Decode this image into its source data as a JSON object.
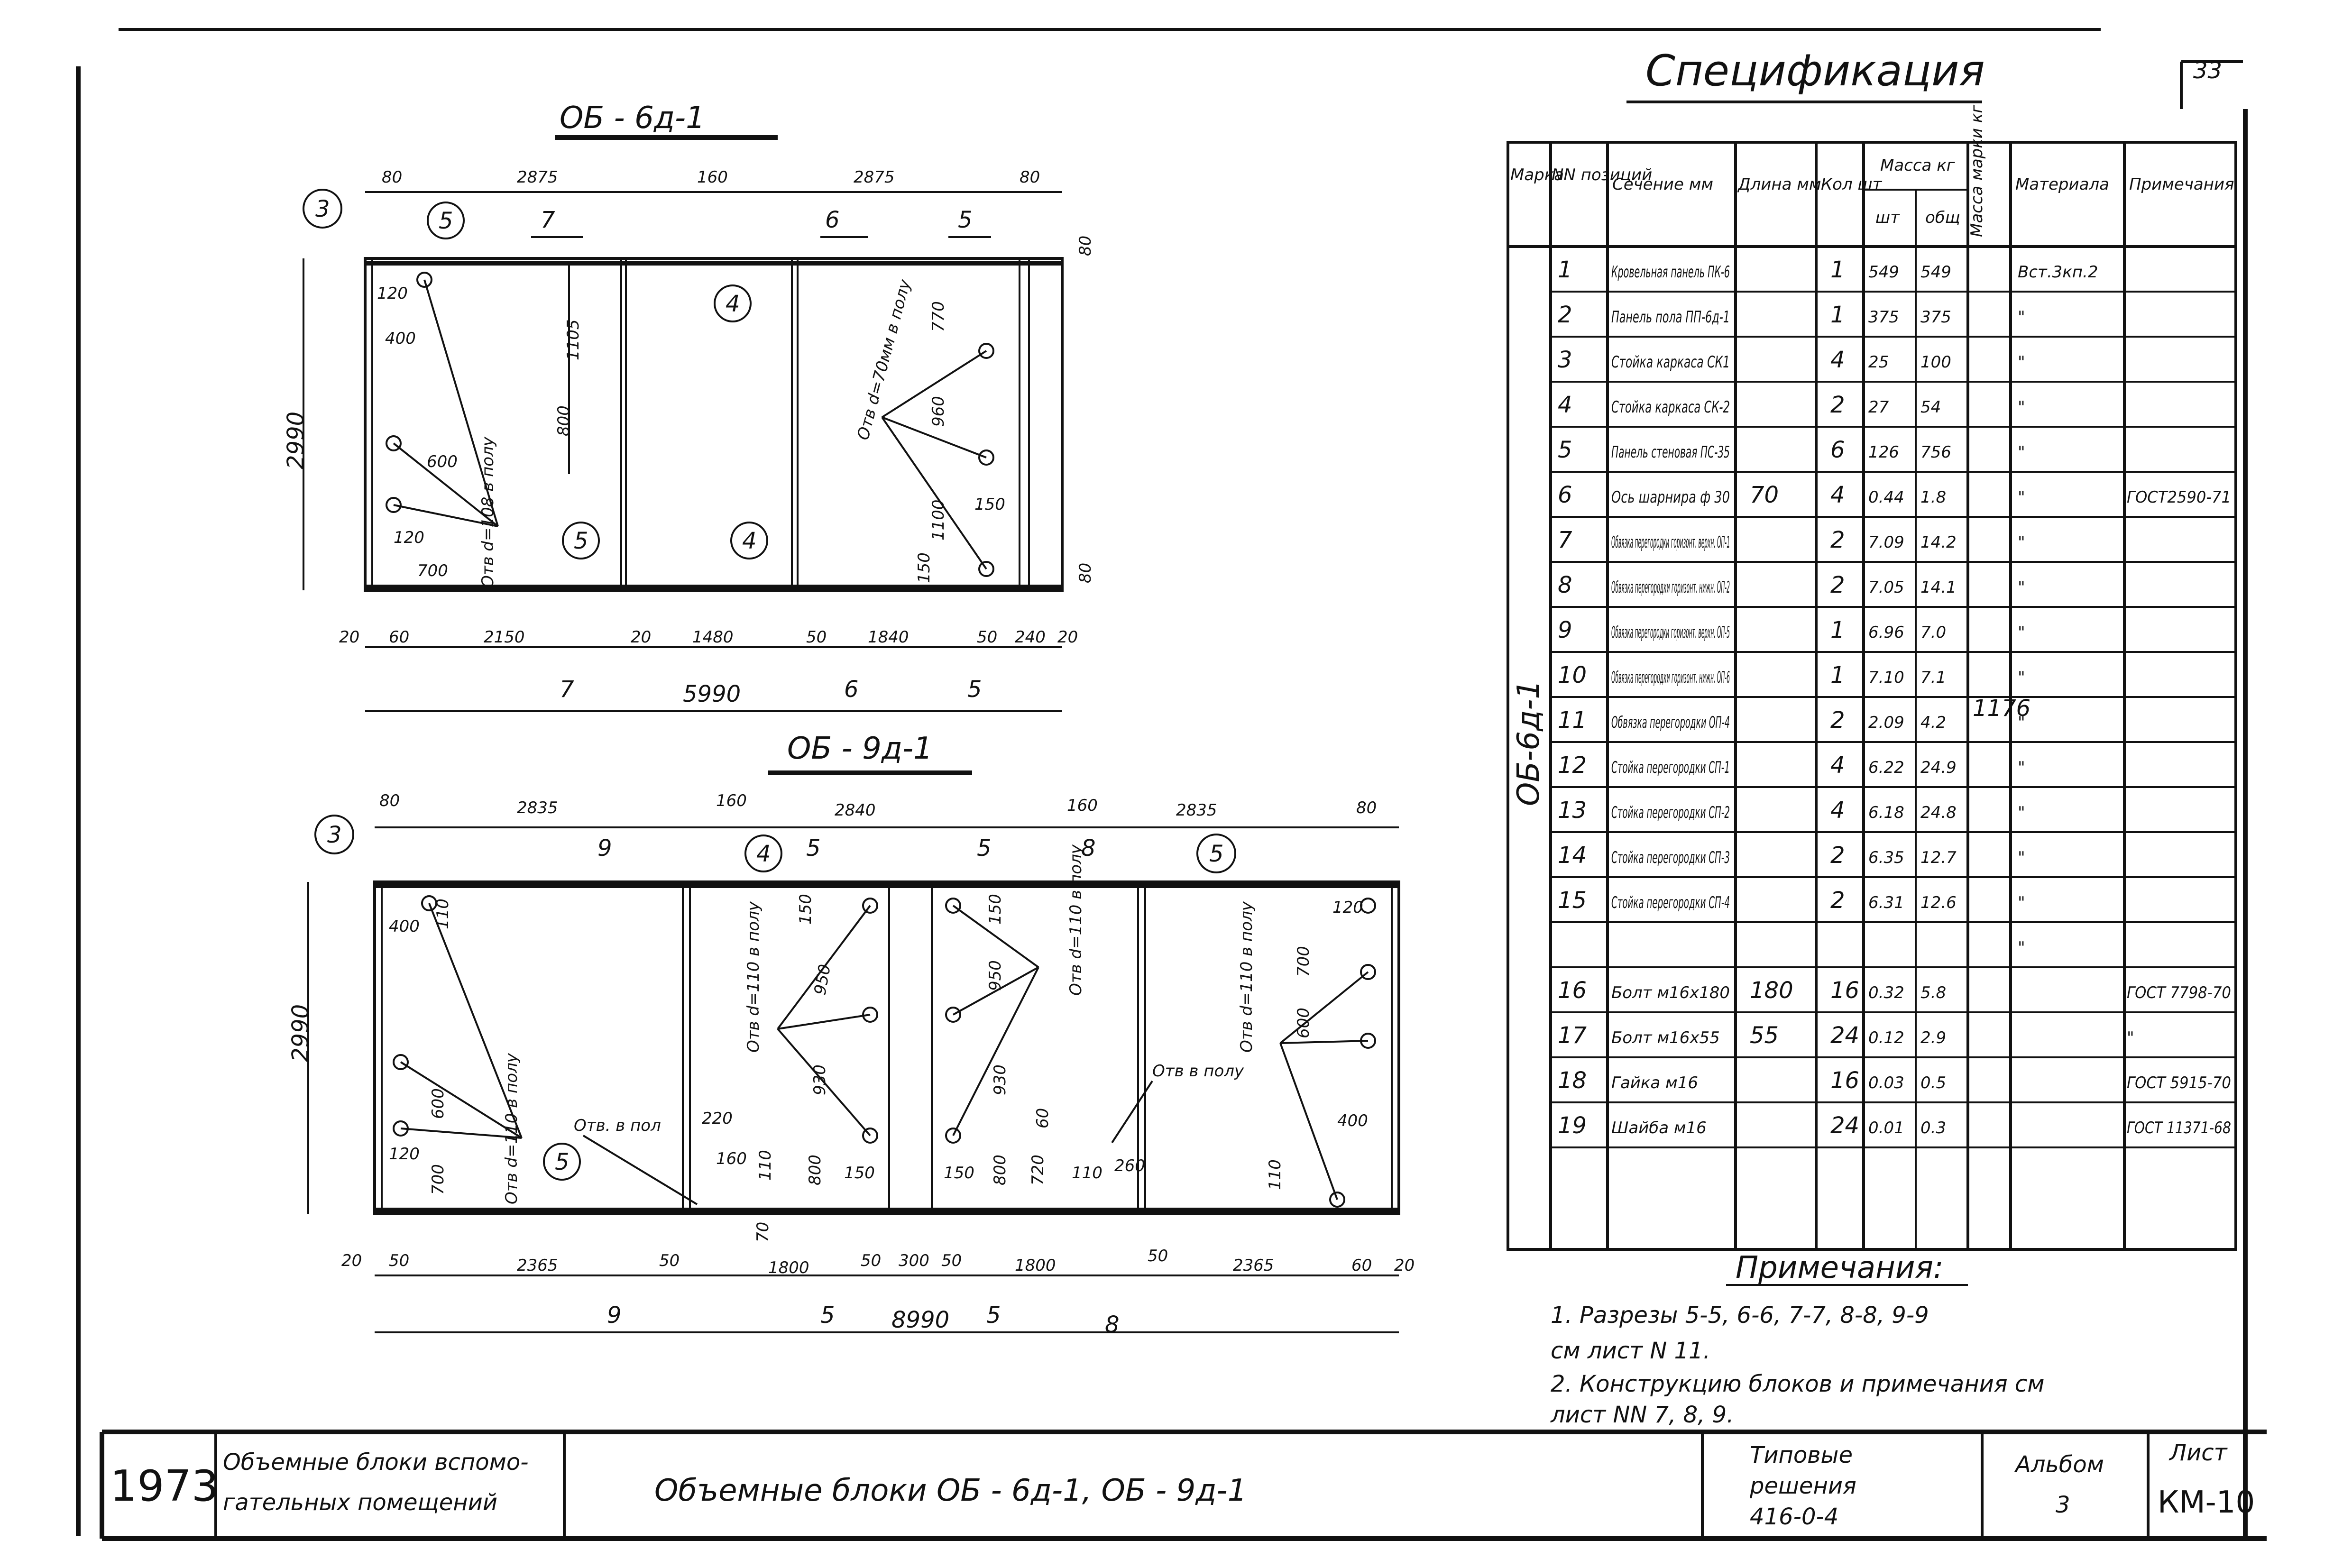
{
  "page_number": "33",
  "drawing1": {
    "title": "ОБ - 6д-1",
    "dims_top": [
      "80",
      "2875",
      "160",
      "2875",
      "80"
    ],
    "dims_bottom": [
      "20",
      "60",
      "2150",
      "20",
      "1480",
      "50",
      "1840",
      "50",
      "240",
      "20"
    ],
    "total_width": "5990",
    "height": "2990",
    "side_right": [
      "80",
      "80"
    ],
    "left_dims": [
      "120",
      "400",
      "600",
      "120",
      "700"
    ],
    "mid_dims": [
      "1105",
      "800"
    ],
    "right_dims": [
      "770",
      "960",
      "1100",
      "150",
      "150"
    ],
    "hole_left": "Отв d=108 в полу",
    "hole_right": "Отв d=70мм в полу",
    "callouts": [
      "3",
      "5",
      "4",
      "5",
      "4"
    ],
    "section_marks_top": [
      "7",
      "6",
      "5"
    ],
    "section_marks_bottom": [
      "7",
      "6",
      "5"
    ]
  },
  "drawing2": {
    "title": "ОБ - 9д-1",
    "dims_top": [
      "80",
      "2835",
      "160",
      "2840",
      "160",
      "2835",
      "80"
    ],
    "dims_bottom": [
      "20",
      "50",
      "2365",
      "50",
      "1800",
      "50",
      "300",
      "50",
      "1800",
      "50",
      "2365",
      "60",
      "20"
    ],
    "total_width": "8990",
    "height": "2990",
    "left_dims": [
      "400",
      "110",
      "600",
      "120",
      "700"
    ],
    "bay2_dims": [
      "150",
      "950",
      "930",
      "800",
      "150"
    ],
    "bay3_dims": [
      "950",
      "150",
      "930",
      "800",
      "150",
      "720",
      "60",
      "110",
      "260"
    ],
    "bay4_dims": [
      "120",
      "700",
      "600",
      "400",
      "110"
    ],
    "mid_dims": [
      "220",
      "160",
      "110",
      "70"
    ],
    "hole_left": "Отв d=110 в полу",
    "hole_bay2": "Отв d=110 в полу",
    "hole_bay3": "Отв d=110 в полу",
    "hole_bay4": "Отв d=110 в полу",
    "hole_floor_1": "Отв. в пол",
    "hole_floor_2": "Отв в полу",
    "callouts": [
      "3",
      "4",
      "5",
      "5"
    ],
    "section_marks_top": [
      "9",
      "5",
      "5",
      "8"
    ],
    "section_marks_bottom": [
      "9",
      "5",
      "5",
      "8"
    ]
  },
  "spec": {
    "title": "Спецификация",
    "headers": {
      "marka": "Марка",
      "nn": "NN позиций",
      "section": "Сечение мм",
      "length": "Длина мм",
      "qty": "Кол шт",
      "mass": "Масса кг",
      "mass_one": "шт",
      "mass_total": "общ",
      "mass_mark": "Масса марки кг",
      "material": "Материала",
      "note": "Примечания"
    },
    "mark_name": "ОБ-6д-1",
    "mark_mass": "1176",
    "rows": [
      {
        "n": "1",
        "name": "Кровельная панель ПК-6",
        "len": "",
        "qty": "1",
        "one": "549",
        "tot": "549",
        "mat": "Вст.3кп.2",
        "note": ""
      },
      {
        "n": "2",
        "name": "Панель пола ПП-6д-1",
        "len": "",
        "qty": "1",
        "one": "375",
        "tot": "375",
        "mat": "\"",
        "note": ""
      },
      {
        "n": "3",
        "name": "Стойка каркаса СК1",
        "len": "",
        "qty": "4",
        "one": "25",
        "tot": "100",
        "mat": "\"",
        "note": ""
      },
      {
        "n": "4",
        "name": "Стойка каркаса СК-2",
        "len": "",
        "qty": "2",
        "one": "27",
        "tot": "54",
        "mat": "\"",
        "note": ""
      },
      {
        "n": "5",
        "name": "Панель стеновая ПС-35",
        "len": "",
        "qty": "6",
        "one": "126",
        "tot": "756",
        "mat": "\"",
        "note": ""
      },
      {
        "n": "6",
        "name": "Ось шарнира ф 30",
        "len": "70",
        "qty": "4",
        "one": "0.44",
        "tot": "1.8",
        "mat": "\"",
        "note": "ГОСТ2590-71"
      },
      {
        "n": "7",
        "name": "Обвязка перегородки горизонт. верхн. ОП-1",
        "len": "",
        "qty": "2",
        "one": "7.09",
        "tot": "14.2",
        "mat": "\"",
        "note": ""
      },
      {
        "n": "8",
        "name": "Обвязка перегородки горизонт. нижн. ОП-2",
        "len": "",
        "qty": "2",
        "one": "7.05",
        "tot": "14.1",
        "mat": "\"",
        "note": ""
      },
      {
        "n": "9",
        "name": "Обвязка перегородки горизонт. верхн. ОП-5",
        "len": "",
        "qty": "1",
        "one": "6.96",
        "tot": "7.0",
        "mat": "\"",
        "note": ""
      },
      {
        "n": "10",
        "name": "Обвязка перегородки горизонт. нижн. ОП-6",
        "len": "",
        "qty": "1",
        "one": "7.10",
        "tot": "7.1",
        "mat": "\"",
        "note": ""
      },
      {
        "n": "11",
        "name": "Обвязка перегородки ОП-4",
        "len": "",
        "qty": "2",
        "one": "2.09",
        "tot": "4.2",
        "mat": "\"",
        "note": ""
      },
      {
        "n": "12",
        "name": "Стойка перегородки СП-1",
        "len": "",
        "qty": "4",
        "one": "6.22",
        "tot": "24.9",
        "mat": "\"",
        "note": ""
      },
      {
        "n": "13",
        "name": "Стойка перегородки СП-2",
        "len": "",
        "qty": "4",
        "one": "6.18",
        "tot": "24.8",
        "mat": "\"",
        "note": ""
      },
      {
        "n": "14",
        "name": "Стойка перегородки СП-3",
        "len": "",
        "qty": "2",
        "one": "6.35",
        "tot": "12.7",
        "mat": "\"",
        "note": ""
      },
      {
        "n": "15",
        "name": "Стойка перегородки СП-4",
        "len": "",
        "qty": "2",
        "one": "6.31",
        "tot": "12.6",
        "mat": "\"",
        "note": ""
      },
      {
        "n": "",
        "name": "",
        "len": "",
        "qty": "",
        "one": "",
        "tot": "",
        "mat": "\"",
        "note": ""
      },
      {
        "n": "16",
        "name": "Болт м16х180",
        "len": "180",
        "qty": "16",
        "one": "0.32",
        "tot": "5.8",
        "mat": "",
        "note": "ГОСТ 7798-70"
      },
      {
        "n": "17",
        "name": "Болт м16х55",
        "len": "55",
        "qty": "24",
        "one": "0.12",
        "tot": "2.9",
        "mat": "",
        "note": "\""
      },
      {
        "n": "18",
        "name": "Гайка м16",
        "len": "",
        "qty": "16",
        "one": "0.03",
        "tot": "0.5",
        "mat": "",
        "note": "ГОСТ 5915-70"
      },
      {
        "n": "19",
        "name": "Шайба м16",
        "len": "",
        "qty": "24",
        "one": "0.01",
        "tot": "0.3",
        "mat": "",
        "note": "ГОСТ 11371-68"
      }
    ]
  },
  "notes": {
    "title": "Примечания:",
    "line1": "1. Разрезы 5-5, 6-6, 7-7, 8-8, 9-9",
    "line2": "см лист N 11.",
    "line3": "2. Конструкцию блоков и примечания см",
    "line4": "лист NN 7, 8, 9."
  },
  "stamp": {
    "year": "1973",
    "category": "Объемные блоки вспомогательных помещений",
    "title": "Объемные блоки ОБ - 6д-1, ОБ - 9д-1",
    "series": "Типовые решения 416-0-4",
    "album_label": "Альбом",
    "album": "3",
    "sheet_label": "Лист",
    "sheet": "КМ-10"
  }
}
